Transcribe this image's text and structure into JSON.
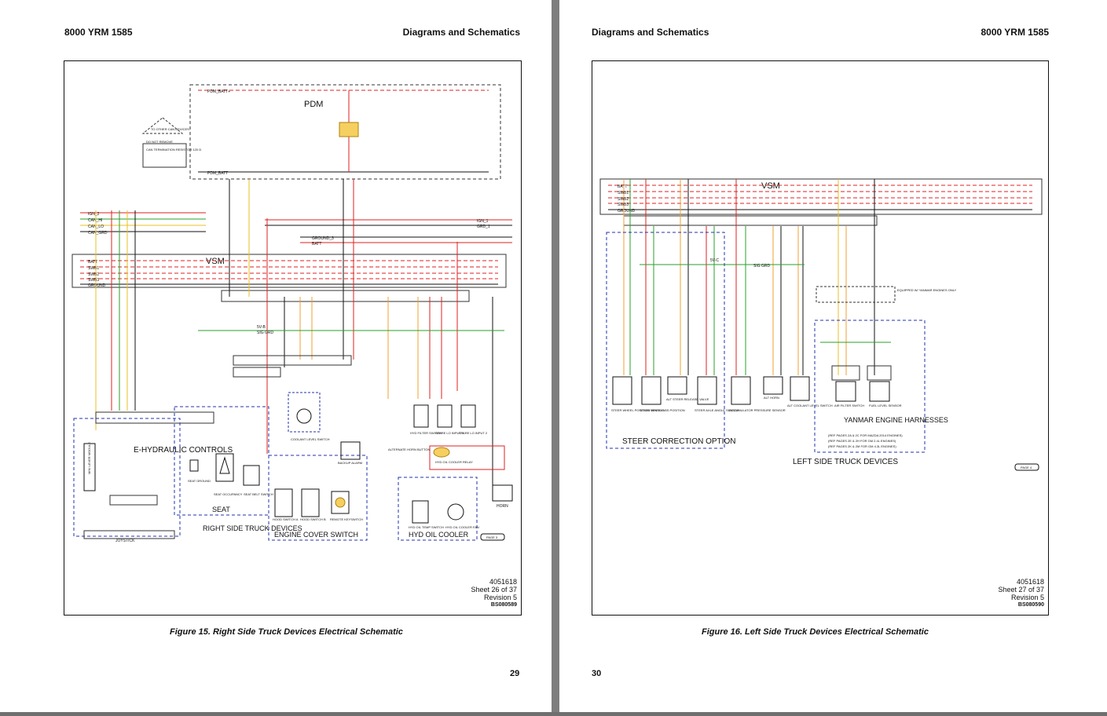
{
  "left_page": {
    "header_left": "8000 YRM 1585",
    "header_right": "Diagrams and Schematics",
    "caption": "Figure 15. Right Side Truck Devices Electrical Schematic",
    "page_number": "29",
    "doc_number": "4051618",
    "sheet": "Sheet 26 of 37",
    "revision": "Revision 5",
    "drawing_id": "BS080589",
    "schematic": {
      "pdm_label": "PDM",
      "pdm_batt_plus": "PDM_BATT+",
      "pdm_batt": "PDM_BATT",
      "vsm_label": "VSM",
      "bus_lines": [
        "BATT",
        "SWB1",
        "SWB2",
        "SWB3",
        "GROUND"
      ],
      "can_lines": [
        "IGN_2",
        "CAN_HI",
        "CAN_LO",
        "CAN_GRD"
      ],
      "can_termination": "CAN TERMINATION RESISTOR 120 Ω",
      "to_other": "TO OTHER CAN DEVICES",
      "do_not_remove": "DO NOT REMOVE",
      "ign_label": "IGN_1",
      "grd_label": "GRD_1",
      "ground_label": "GROUND_3",
      "batt_label": "BATT",
      "sig_grd": "SIG GRD",
      "sv_b": "5V-B",
      "seat_label": "SEAT",
      "right_side": "RIGHT SIDE TRUCK DEVICES",
      "e_hydraulic": "E-HYDRAULIC CONTROLS",
      "engine_cover": "ENGINE COVER SWITCH",
      "hyd_oil_cooler": "HYD OIL COOLER",
      "page_ref": "PAGE 3",
      "components": [
        "SEAT OCCUPANCY",
        "SEAT BELT SWITCH",
        "SEAT GROUND",
        "COOLANT LEVEL SWITCH",
        "BACKUP ALARM",
        "ALTERNATE HORN BUTTON",
        "HYD FILTER SWITCH",
        "SPARE LO INPUT 1",
        "SPARE LO INPUT 2",
        "HOOD SWITCH A",
        "HOOD SWITCH B",
        "REMOTE KEYSWITCH",
        "HYD OIL TEMP SWITCH",
        "HYD OIL COOLER FAN",
        "HYD OIL COOLER RELAY",
        "HORN",
        "JOYSTICK",
        "MINI LEVER MODULE"
      ]
    }
  },
  "right_page": {
    "header_left": "Diagrams and Schematics",
    "header_right": "8000 YRM 1585",
    "caption": "Figure 16. Left Side Truck Devices Electrical Schematic",
    "page_number": "30",
    "doc_number": "4051618",
    "sheet": "Sheet 27 of 37",
    "revision": "Revision 5",
    "drawing_id": "BS080590",
    "schematic": {
      "vsm_label": "VSM",
      "bus_lines": [
        "BATT",
        "SWB1",
        "SWB2",
        "SWB3",
        "GROUND"
      ],
      "sv_c": "5V-C",
      "sig_grd": "SIG GRD",
      "equipped_with": "EQUIPPED W/ YANMAR ENGINES ONLY",
      "steer_correction": "STEER CORRECTION OPTION",
      "yanmar": "YANMAR ENGINE HARNESSES",
      "yanmar_ref": [
        "(REF PAGES 2A & 2C FOR MAZDA 2014 ENGINES)",
        "(REF PAGES 2E & 2H FOR GM 2.4L ENGINES)",
        "(REF PAGES 2K & 2M FOR GM 4.3L ENGINES)"
      ],
      "left_side": "LEFT SIDE TRUCK DEVICES",
      "page_ref": "PAGE 4",
      "components": [
        "STEER WHEEL POSITION SENSOR",
        "STEER WHEEL ABS POSITION",
        "ALT STEER RELEASE VALVE",
        "STEER AXLE ANGLE SENSOR",
        "ACCUMULATOR PRESSURE SENSOR",
        "ALT HORN",
        "ALT COOLANT LEVEL SWITCH",
        "AIR FILTER SWITCH",
        "FUEL LEVEL SENSOR"
      ]
    }
  },
  "colors": {
    "batt_red": "#e02020",
    "can_green": "#2aa02a",
    "can_yellow": "#e8c020",
    "sig_orange": "#f0a030",
    "harness_blue": "#2233aa",
    "pdm_yellow": "#f5d060"
  }
}
